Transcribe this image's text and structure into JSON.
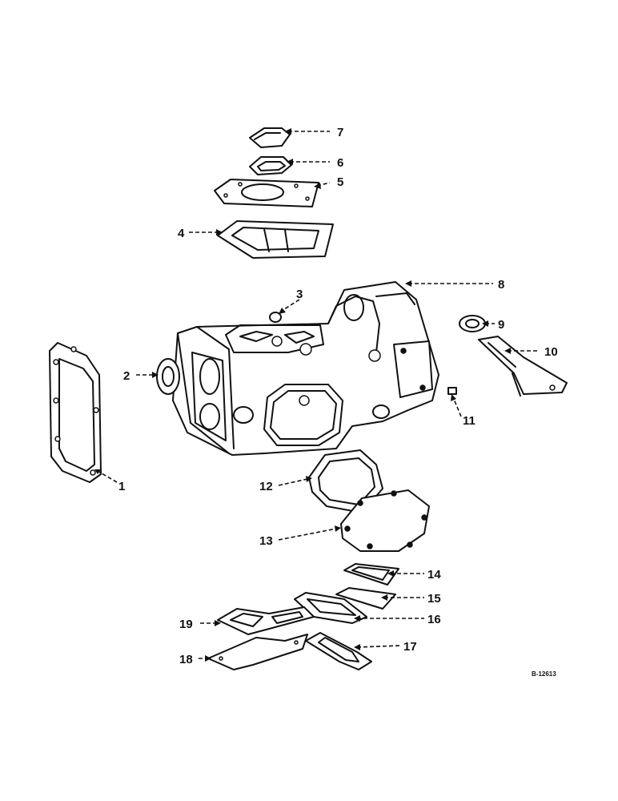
{
  "figure_ref": "B-12613",
  "callouts": {
    "c1": "1",
    "c2": "2",
    "c3": "3",
    "c4": "4",
    "c5": "5",
    "c6": "6",
    "c7": "7",
    "c8": "8",
    "c9": "9",
    "c10": "10",
    "c11": "11",
    "c12": "12",
    "c13": "13",
    "c14": "14",
    "c15": "15",
    "c16": "16",
    "c17": "17",
    "c18": "18",
    "c19": "19"
  },
  "colors": {
    "ink": "#111111",
    "paper": "#ffffff"
  }
}
